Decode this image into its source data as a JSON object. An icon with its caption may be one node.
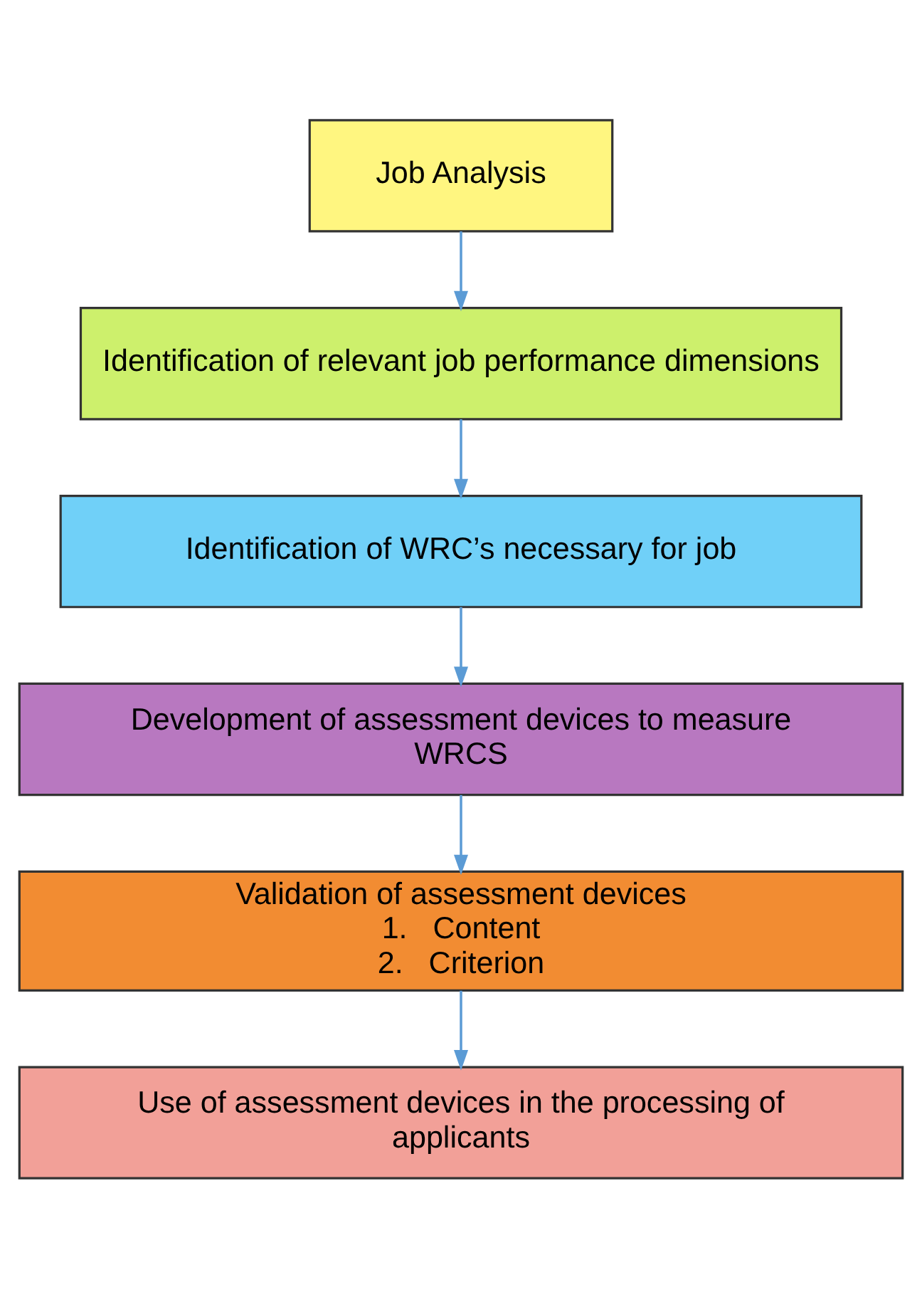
{
  "diagram": {
    "nodes": [
      {
        "text": [
          "Job Analysis"
        ]
      },
      {
        "text": [
          "Identification of relevant job performance dimensions"
        ]
      },
      {
        "text": [
          "Identification of WRC’s necessary for job"
        ]
      },
      {
        "text": [
          "Development of assessment devices to measure WRCS"
        ]
      },
      {
        "text": [
          "Validation of assessment devices",
          "1.   Content",
          "2.   Criterion"
        ]
      },
      {
        "text": [
          "Use of assessment devices in the processing of applicants"
        ]
      }
    ],
    "edges": [
      {
        "from": 0,
        "to": 1,
        "arrow": "to"
      },
      {
        "from": 1,
        "to": 2,
        "arrow": "to"
      },
      {
        "from": 2,
        "to": 3,
        "arrow": "to"
      },
      {
        "from": 3,
        "to": 4,
        "arrow": "to"
      },
      {
        "from": 4,
        "to": 5,
        "arrow": "to"
      }
    ]
  }
}
